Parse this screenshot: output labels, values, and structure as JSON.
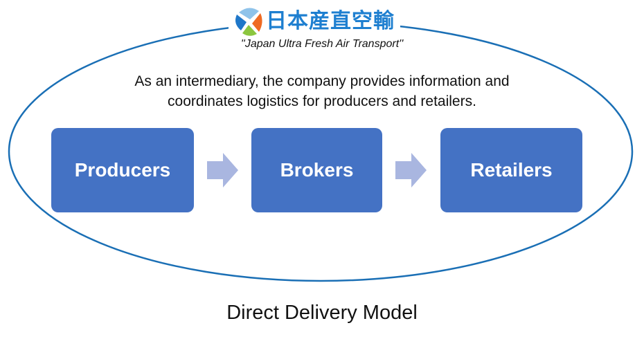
{
  "brand": {
    "logo_icon": "four-petal-logo-icon",
    "name": "日本産直空輸",
    "tagline": "''Japan Ultra  Fresh Air Transport''",
    "colors": {
      "brand_text": "#1e7fd0",
      "petal_top": "#8fc3ea",
      "petal_left": "#1f77c9",
      "petal_right": "#ef6a22",
      "petal_bottom": "#8cc63f"
    }
  },
  "description": {
    "line1": "As an intermediary,  the company provides information and",
    "line2": "coordinates logistics for producers and retailers."
  },
  "flow": {
    "steps": [
      {
        "label": "Producers"
      },
      {
        "label": "Brokers"
      },
      {
        "label": "Retailers"
      }
    ],
    "arrow_icon": "right-arrow-icon",
    "colors": {
      "box": "#4472c4",
      "arrow": "#a9b6e0",
      "ellipse": "#1a6fb5"
    }
  },
  "caption": "Direct Delivery Model"
}
